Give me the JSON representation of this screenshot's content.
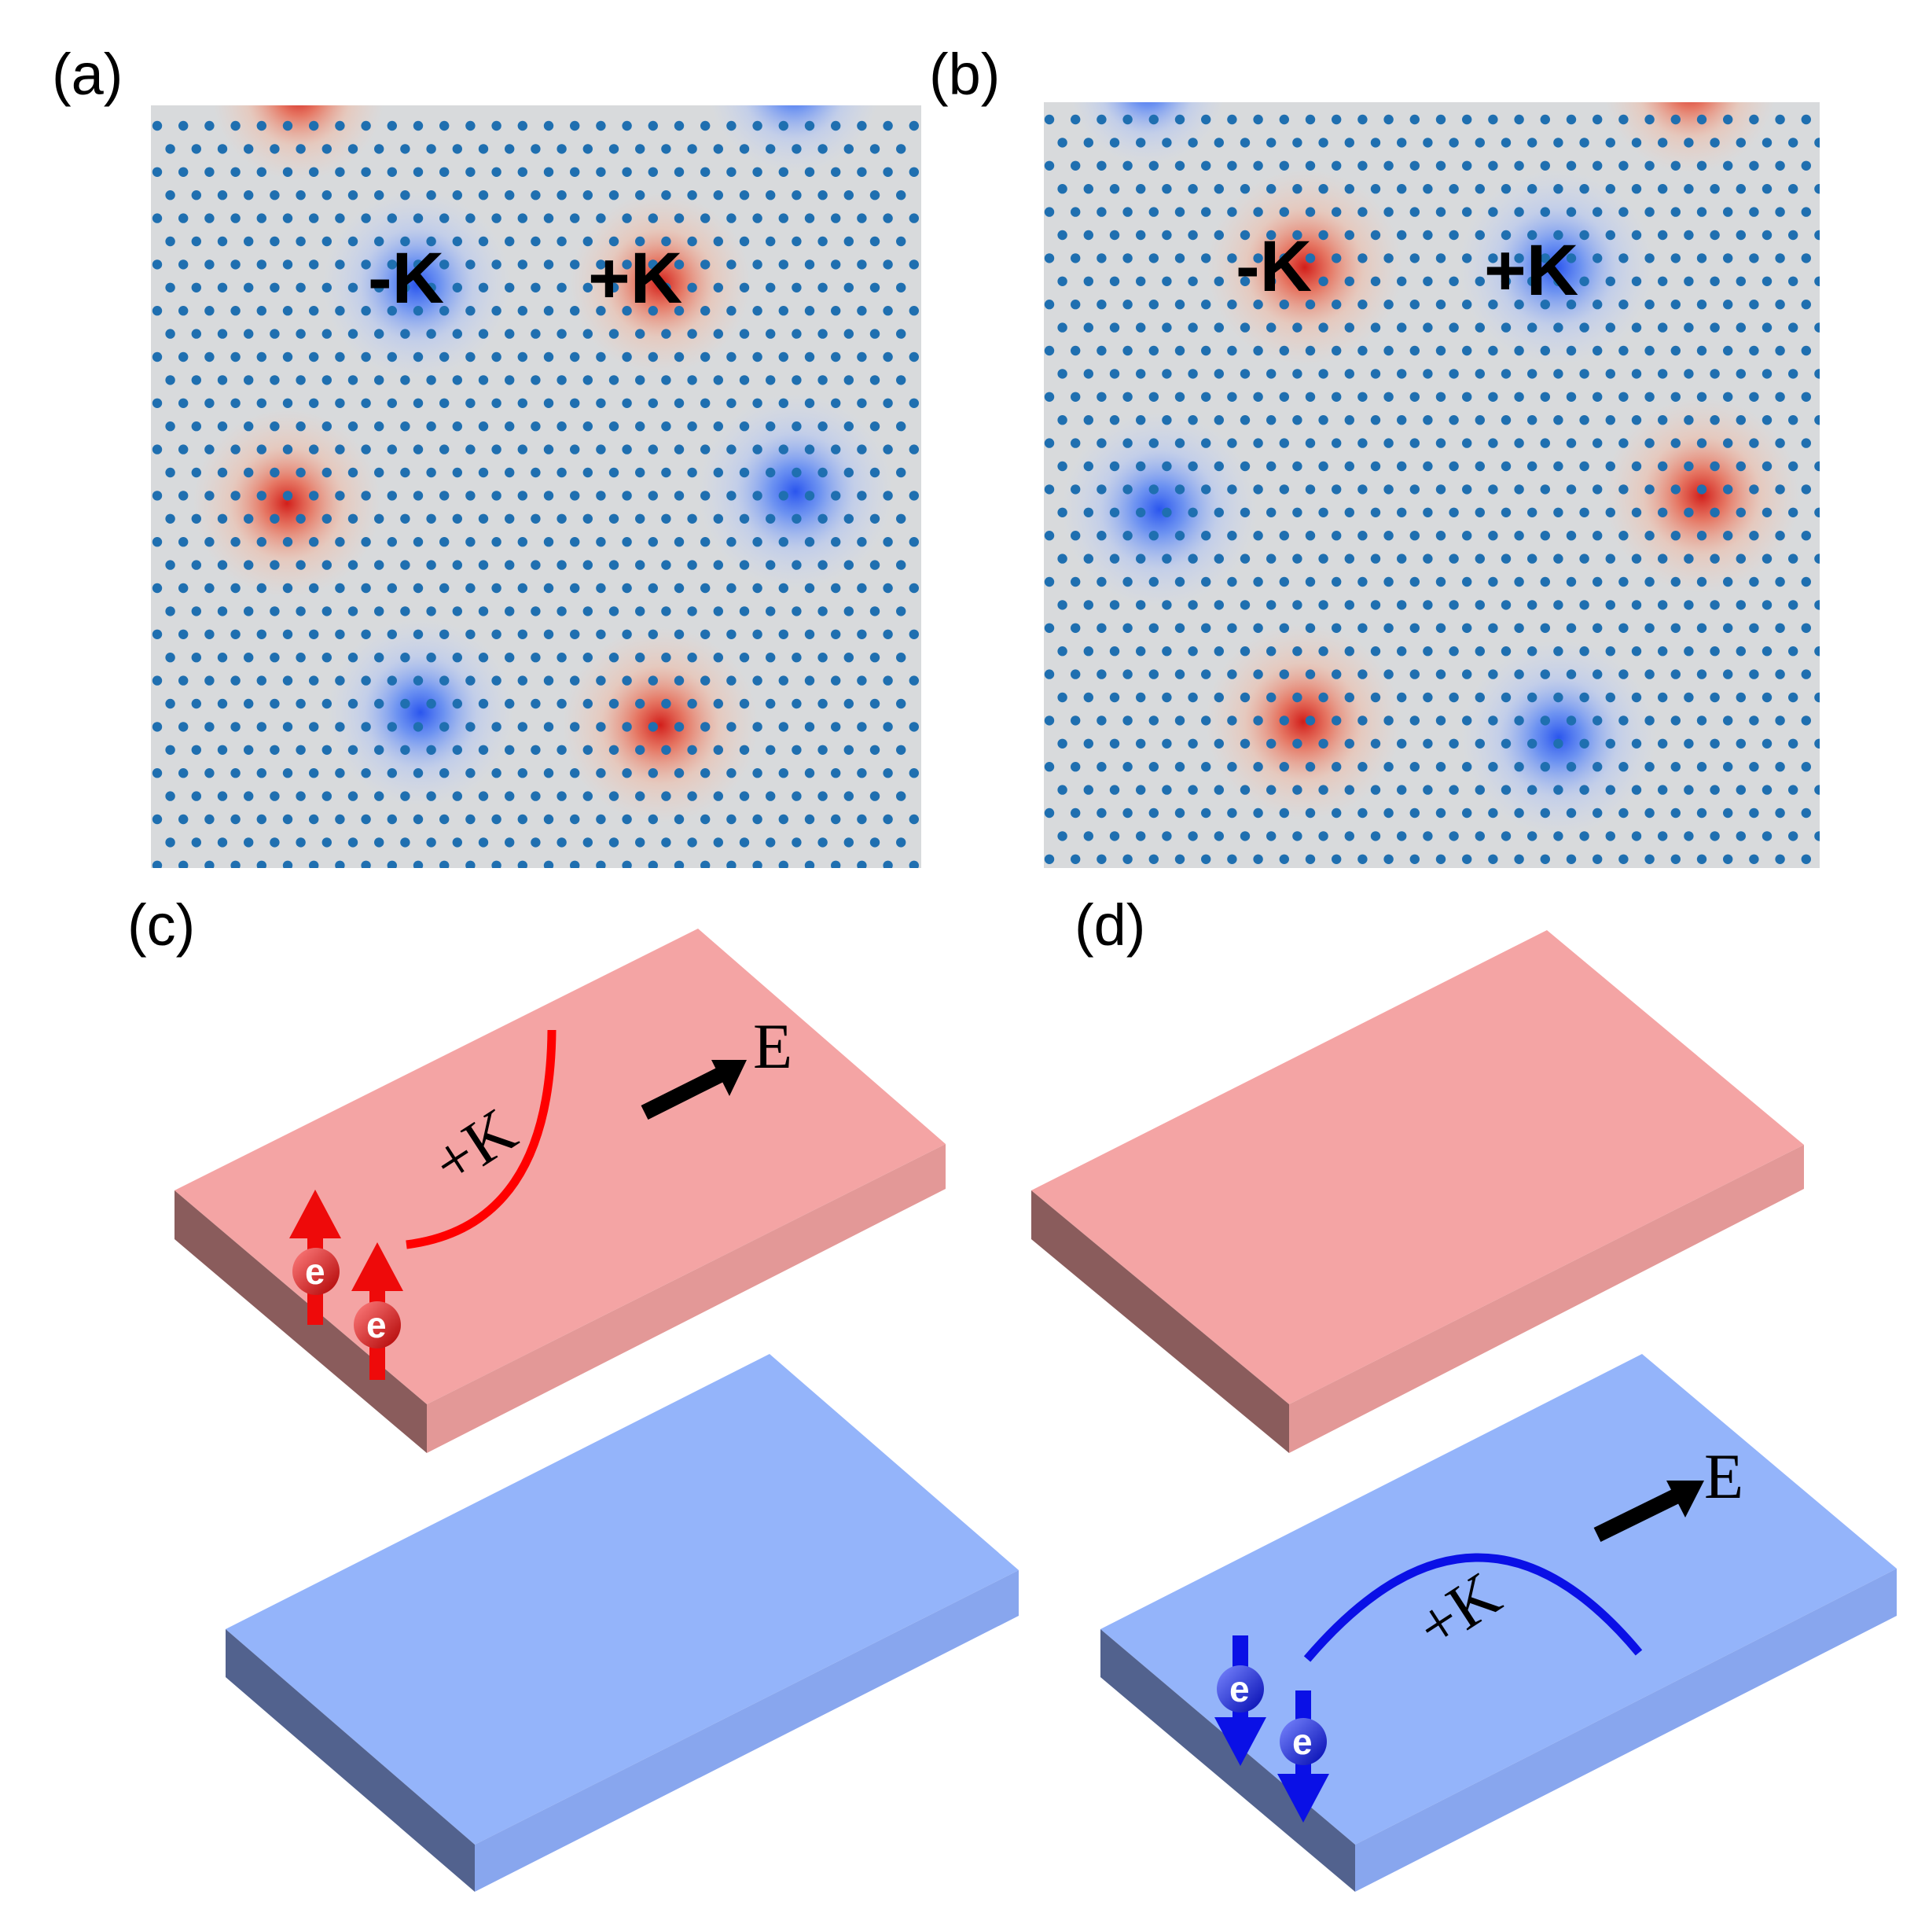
{
  "panels": [
    {
      "id": "a",
      "label": "(a)"
    },
    {
      "id": "b",
      "label": "(b)"
    },
    {
      "id": "c",
      "label": "(c)"
    },
    {
      "id": "d",
      "label": "(d)"
    }
  ],
  "lattice_a": {
    "minus_k_label": "-K",
    "plus_k_label": "+K",
    "red_spot_color": "#d6281e",
    "blue_spot_color": "#2e5cf0",
    "dot_color": "#1f6fb0",
    "background_color": "#d8dadc"
  },
  "lattice_b": {
    "minus_k_label": "-K",
    "plus_k_label": "+K"
  },
  "slab_c": {
    "valley_label": "+K",
    "field_label": "E",
    "electron_label": "e",
    "top_slab_color": "#f4a4a4",
    "bottom_slab_color": "#94b4fa",
    "arc_color": "#ff0000"
  },
  "slab_d": {
    "valley_label": "+K",
    "field_label": "E",
    "electron_label": "e",
    "arc_color": "#0a10e6"
  }
}
